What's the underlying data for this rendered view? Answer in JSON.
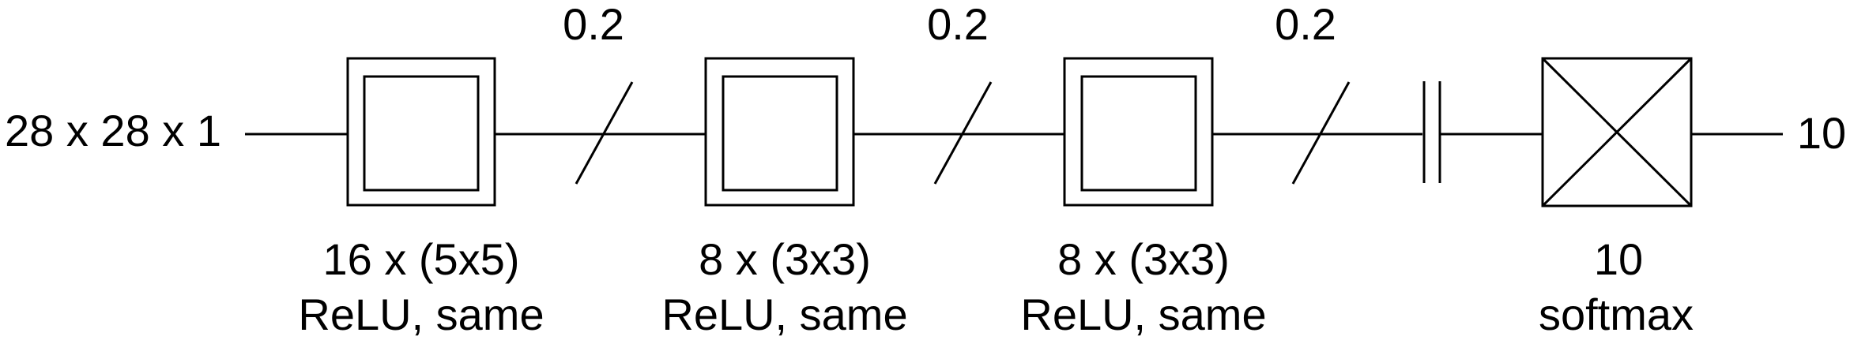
{
  "input": {
    "label": "28 x 28 x 1"
  },
  "output": {
    "label": "10"
  },
  "layers": [
    {
      "kind": "conv",
      "line1": "16 x (5x5)",
      "line2": "ReLU, same"
    },
    {
      "kind": "conv",
      "line1": "8 x (3x3)",
      "line2": "ReLU, same"
    },
    {
      "kind": "conv",
      "line1": "8 x (3x3)",
      "line2": "ReLU, same"
    },
    {
      "kind": "dense",
      "line1": "10",
      "line2": "softmax"
    }
  ],
  "dropouts": [
    {
      "rate": "0.2"
    },
    {
      "rate": "0.2"
    },
    {
      "rate": "0.2"
    }
  ],
  "flatten": {
    "symbol": "flatten-icon"
  },
  "colors": {
    "stroke": "#000000",
    "background": "#ffffff",
    "text": "#000000"
  }
}
